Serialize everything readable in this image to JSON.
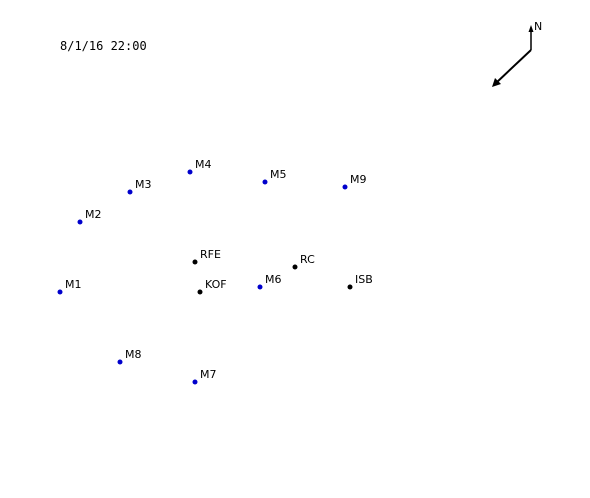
{
  "timestamp": "8/1/16 22:00",
  "compass": {
    "north_label": "N",
    "icon": "north-arrow-icon"
  },
  "wind_vector": {
    "icon": "wind-arrow-icon",
    "direction": "toward southwest"
  },
  "colors": {
    "met_station": "#0000cc",
    "site": "#000000"
  },
  "stations": [
    {
      "id": "M1",
      "kind": "met_station"
    },
    {
      "id": "M2",
      "kind": "met_station"
    },
    {
      "id": "M3",
      "kind": "met_station"
    },
    {
      "id": "M4",
      "kind": "met_station"
    },
    {
      "id": "M5",
      "kind": "met_station"
    },
    {
      "id": "M6",
      "kind": "met_station"
    },
    {
      "id": "M7",
      "kind": "met_station"
    },
    {
      "id": "M8",
      "kind": "met_station"
    },
    {
      "id": "M9",
      "kind": "met_station"
    },
    {
      "id": "RFE",
      "kind": "site"
    },
    {
      "id": "KOF",
      "kind": "site"
    },
    {
      "id": "RC",
      "kind": "site"
    },
    {
      "id": "ISB",
      "kind": "site"
    }
  ]
}
